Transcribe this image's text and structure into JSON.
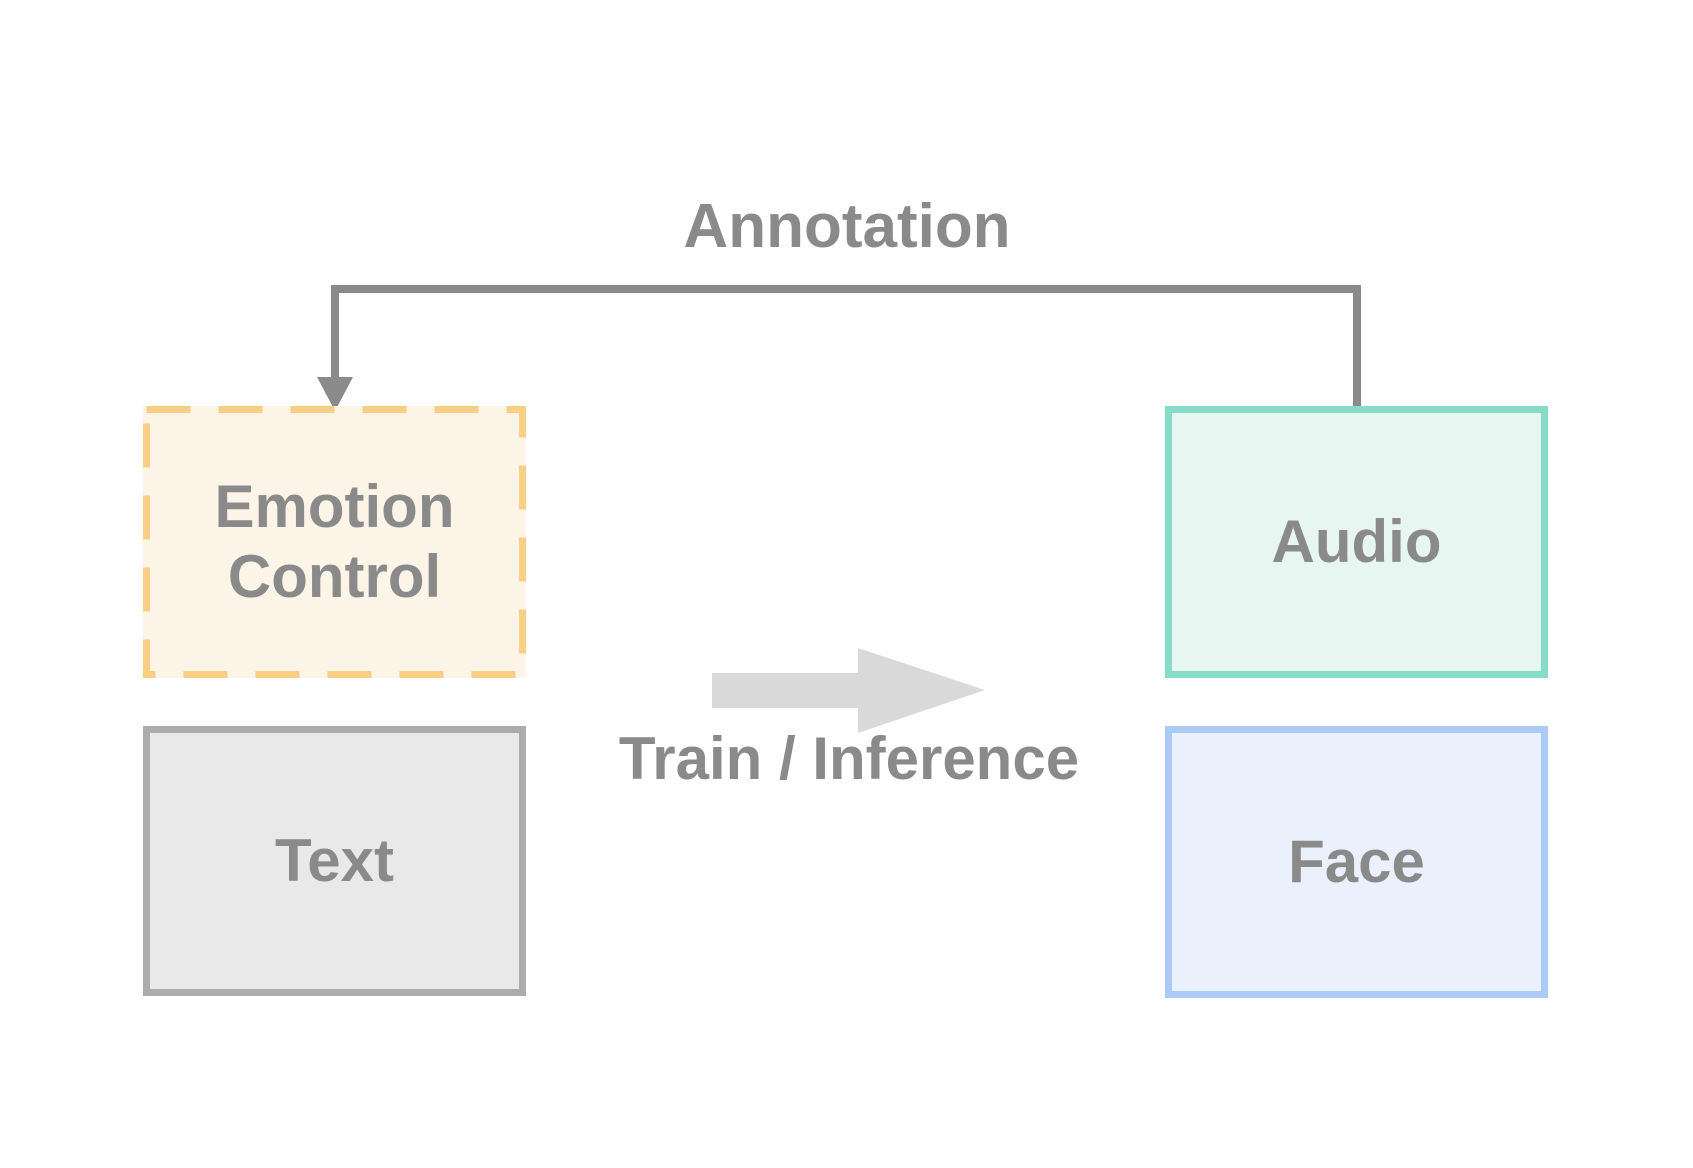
{
  "diagram": {
    "annotation": {
      "label": "Annotation",
      "description": "connector arrow from Audio box to Emotion Control box"
    },
    "flow_arrow": {
      "label": "Train / Inference",
      "direction": "right"
    },
    "boxes": [
      {
        "id": "emotion_control",
        "label": "Emotion Control",
        "fill": "#FDF4E8",
        "border_color": "#F9CF85",
        "border_style": "dashed"
      },
      {
        "id": "text",
        "label": "Text",
        "fill": "#E9E9E9",
        "border_color": "#ACACAC",
        "border_style": "solid"
      },
      {
        "id": "audio",
        "label": "Audio",
        "fill": "#E8F6F2",
        "border_color": "#87DCC7",
        "border_style": "solid"
      },
      {
        "id": "face",
        "label": "Face",
        "fill": "#EBF1FC",
        "border_color": "#ABCAF6",
        "border_style": "solid"
      }
    ],
    "colors": {
      "connector_line": "#8A8A8A",
      "label_text": "#8A8A8A",
      "flow_arrow_fill": "#D9D9D9"
    }
  }
}
